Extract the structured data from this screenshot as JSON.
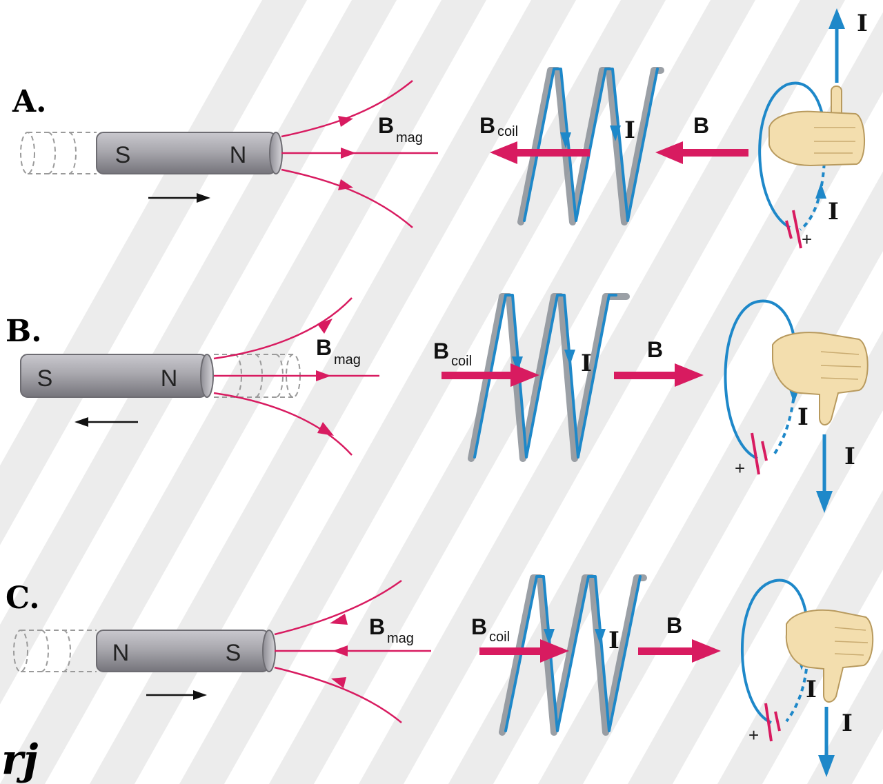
{
  "colors": {
    "field_line": "#d81b60",
    "coil_wire": "#1e88c9",
    "coil_shadow": "#8a8f96",
    "magnet_body": "#a7a6ad",
    "stripe": "#ececec",
    "hand": "#f3deae"
  },
  "icons": {
    "hand": "right-hand-thumb-icon",
    "battery": "battery-icon"
  },
  "panels": [
    {
      "label": "A.",
      "magnet": {
        "left_pole": "S",
        "right_pole": "N",
        "motion": "right"
      },
      "mag_field": {
        "symbol": "B",
        "subscript": "mag",
        "direction": "out"
      },
      "coil_field": {
        "symbol": "B",
        "subscript": "coil",
        "direction": "left"
      },
      "coil_current": "I",
      "loop_field": {
        "symbol": "B",
        "direction": "left"
      },
      "loop_current_labels": [
        "I",
        "I"
      ],
      "thumb": "up",
      "battery_sign": "+"
    },
    {
      "label": "B.",
      "magnet": {
        "left_pole": "S",
        "right_pole": "N",
        "motion": "left"
      },
      "mag_field": {
        "symbol": "B",
        "subscript": "mag",
        "direction": "out"
      },
      "coil_field": {
        "symbol": "B",
        "subscript": "coil",
        "direction": "right"
      },
      "coil_current": "I",
      "loop_field": {
        "symbol": "B",
        "direction": "right"
      },
      "loop_current_labels": [
        "I",
        "I"
      ],
      "thumb": "down",
      "battery_sign": "+"
    },
    {
      "label": "C.",
      "magnet": {
        "left_pole": "N",
        "right_pole": "S",
        "motion": "right"
      },
      "mag_field": {
        "symbol": "B",
        "subscript": "mag",
        "direction": "in"
      },
      "coil_field": {
        "symbol": "B",
        "subscript": "coil",
        "direction": "right"
      },
      "coil_current": "I",
      "loop_field": {
        "symbol": "B",
        "direction": "right"
      },
      "loop_current_labels": [
        "I",
        "I"
      ],
      "thumb": "down",
      "battery_sign": "+"
    }
  ],
  "signature": "rj"
}
